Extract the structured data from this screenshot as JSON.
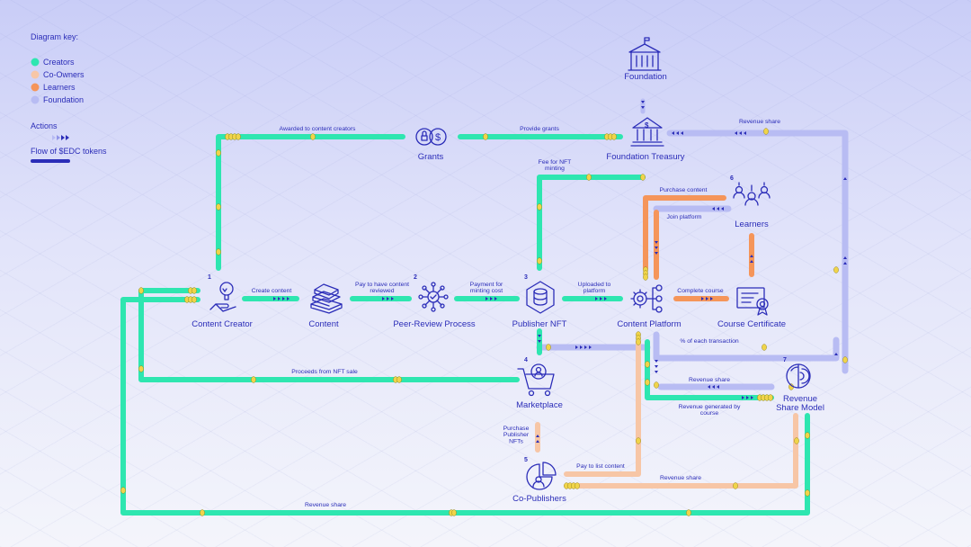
{
  "colors": {
    "creators": "#2ee6b0",
    "co_owners": "#f7c6a6",
    "learners": "#f5955a",
    "foundation": "#b8bcf3",
    "ink": "#2b2db8",
    "coin": "#f0d44a"
  },
  "key": {
    "title": "Diagram key:",
    "items": [
      {
        "label": "Creators"
      },
      {
        "label": "Co-Owners"
      },
      {
        "label": "Learners"
      },
      {
        "label": "Foundation"
      }
    ],
    "actions": "Actions",
    "flow": "Flow of $EDC tokens"
  },
  "nodes": {
    "content_creator": {
      "label": "Content Creator",
      "num": "1",
      "icon": "lightbulb-hand-icon"
    },
    "content": {
      "label": "Content",
      "icon": "book-stack-icon"
    },
    "peer_review": {
      "label": "Peer-Review Process",
      "num": "2",
      "icon": "network-check-icon"
    },
    "publisher_nft": {
      "label": "Publisher NFT",
      "num": "3",
      "icon": "database-hex-icon"
    },
    "content_platform": {
      "label": "Content Platform",
      "icon": "gear-network-icon"
    },
    "course_certificate": {
      "label": "Course Certificate",
      "icon": "certificate-icon"
    },
    "marketplace": {
      "label": "Marketplace",
      "num": "4",
      "icon": "cart-icon"
    },
    "co_publishers": {
      "label": "Co-Publishers",
      "num": "5",
      "icon": "pie-person-icon"
    },
    "learners": {
      "label": "Learners",
      "num": "6",
      "icon": "group-icon"
    },
    "revenue_share_model": {
      "label": "Revenue\nShare Model",
      "num": "7",
      "icon": "revenue-icon"
    },
    "foundation": {
      "label": "Foundation",
      "icon": "building-icon"
    },
    "foundation_treasury": {
      "label": "Foundation Treasury",
      "icon": "bank-icon"
    },
    "grants": {
      "label": "Grants",
      "icon": "coins-icon"
    }
  },
  "edge_labels": {
    "awarded": "Awarded to content creators",
    "provide_grants": "Provide grants",
    "revenue_share_top": "Revenue share",
    "fee_nft": "Fee for NFT\nminting",
    "purchase_content": "Purchase content",
    "join_platform": "Join platform",
    "create_content": "Create content",
    "pay_review": "Pay to have content\nreviewed",
    "payment_minting": "Payment for\nminting cost",
    "uploaded": "Uploaded to\nplatform",
    "complete_course": "Complete course",
    "pct_transaction": "% of each transaction",
    "proceeds_nft": "Proceeds from NFT sale",
    "revenue_share_mid": "Revenue share",
    "revenue_generated": "Revenue generated by\ncourse",
    "purchase_publisher": "Purchase\nPublisher\nNFTs",
    "pay_list": "Pay to list content",
    "revenue_share_copub": "Revenue share",
    "revenue_share_bottom": "Revenue share"
  }
}
